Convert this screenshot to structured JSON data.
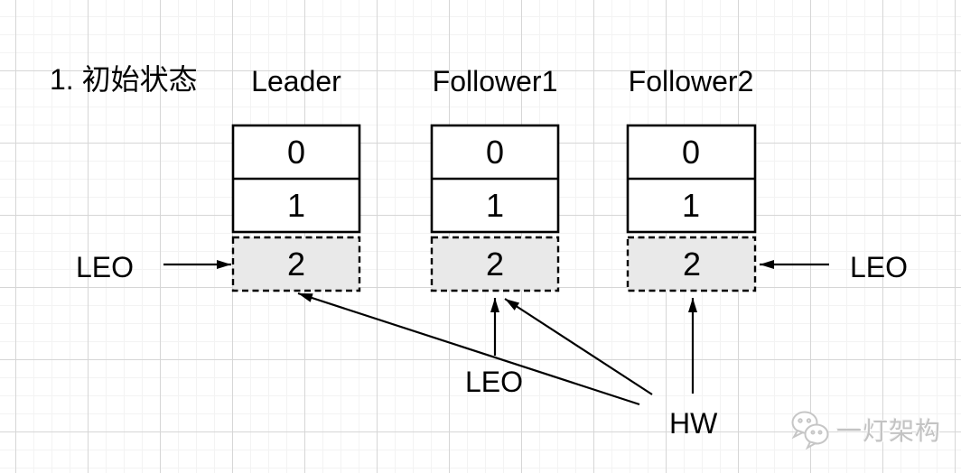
{
  "title": "1. 初始状态",
  "columns": [
    {
      "label": "Leader",
      "cells": [
        "0",
        "1"
      ],
      "leo_cell": "2"
    },
    {
      "label": "Follower1",
      "cells": [
        "0",
        "1"
      ],
      "leo_cell": "2"
    },
    {
      "label": "Follower2",
      "cells": [
        "0",
        "1"
      ],
      "leo_cell": "2"
    }
  ],
  "labels": {
    "leo_left": "LEO",
    "leo_bottom": "LEO",
    "leo_right": "LEO",
    "hw": "HW"
  },
  "watermark": {
    "icon": "wechat-speech-bubbles-icon",
    "text": "一灯架构"
  },
  "colors": {
    "line": "#000000",
    "leo_cell_fill": "#e9e9e9",
    "grid_minor": "#f3f3f3",
    "grid_major": "#d6d6d6",
    "watermark": "#c3c3c3"
  }
}
